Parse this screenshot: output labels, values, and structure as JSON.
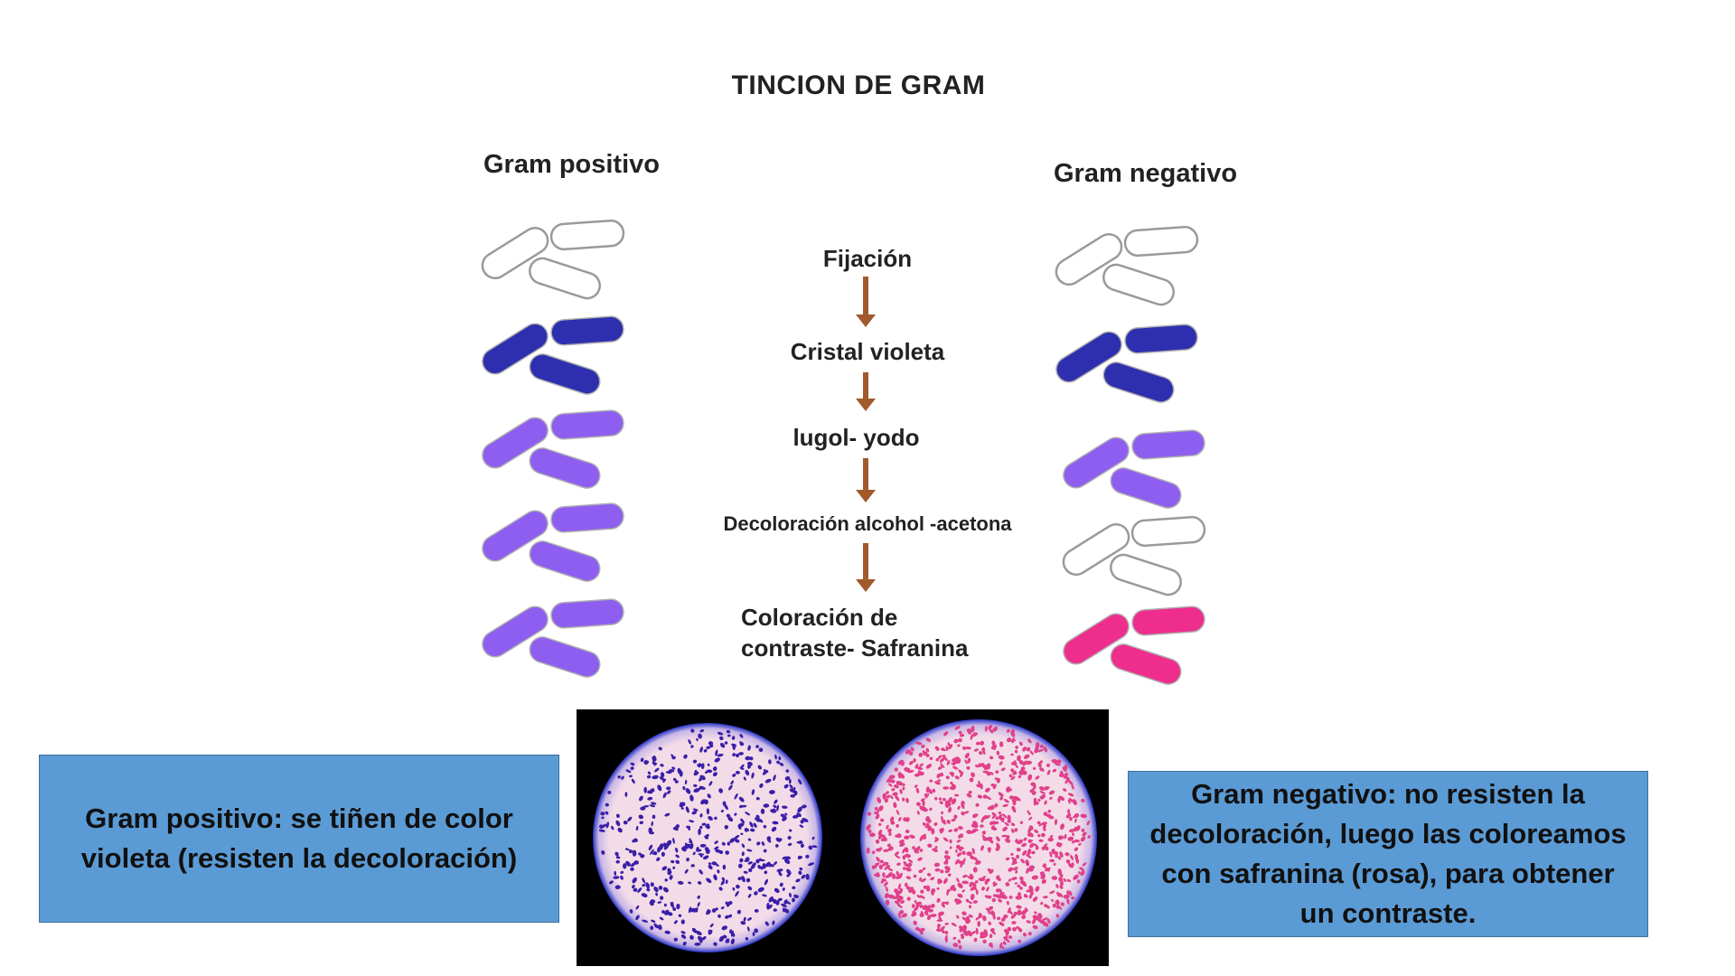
{
  "title": "TINCION DE GRAM",
  "gram_positive": {
    "heading": "Gram positivo",
    "row_colors": [
      "outline",
      "#2e2fae",
      "#8e5ef0",
      "#8e5ef0",
      "#8e5ef0"
    ]
  },
  "gram_negative": {
    "heading": "Gram negativo",
    "row_colors": [
      "outline",
      "#2e2fae",
      "#8e5ef0",
      "outline",
      "#ee2d8c"
    ]
  },
  "steps": {
    "fijacion": "Fijación",
    "cristal_violeta": "Cristal violeta",
    "lugol": "lugol- yodo",
    "decoloracion": "Decoloración alcohol -acetona",
    "contraste_line1": "Coloración de",
    "contraste_line2": "contraste- Safranina"
  },
  "colors": {
    "arrow": "#a05a2c",
    "box_fill": "#5b9bd5",
    "stain_violet": "#3a1fa8",
    "stain_pink": "#e0408a"
  },
  "boxes": {
    "positive_text": "Gram positivo: se tiñen de color violeta (resisten la decoloración)",
    "negative_text": "Gram negativo: no resisten la decoloración, luego las coloreamos con safranina (rosa), para obtener un contraste."
  }
}
